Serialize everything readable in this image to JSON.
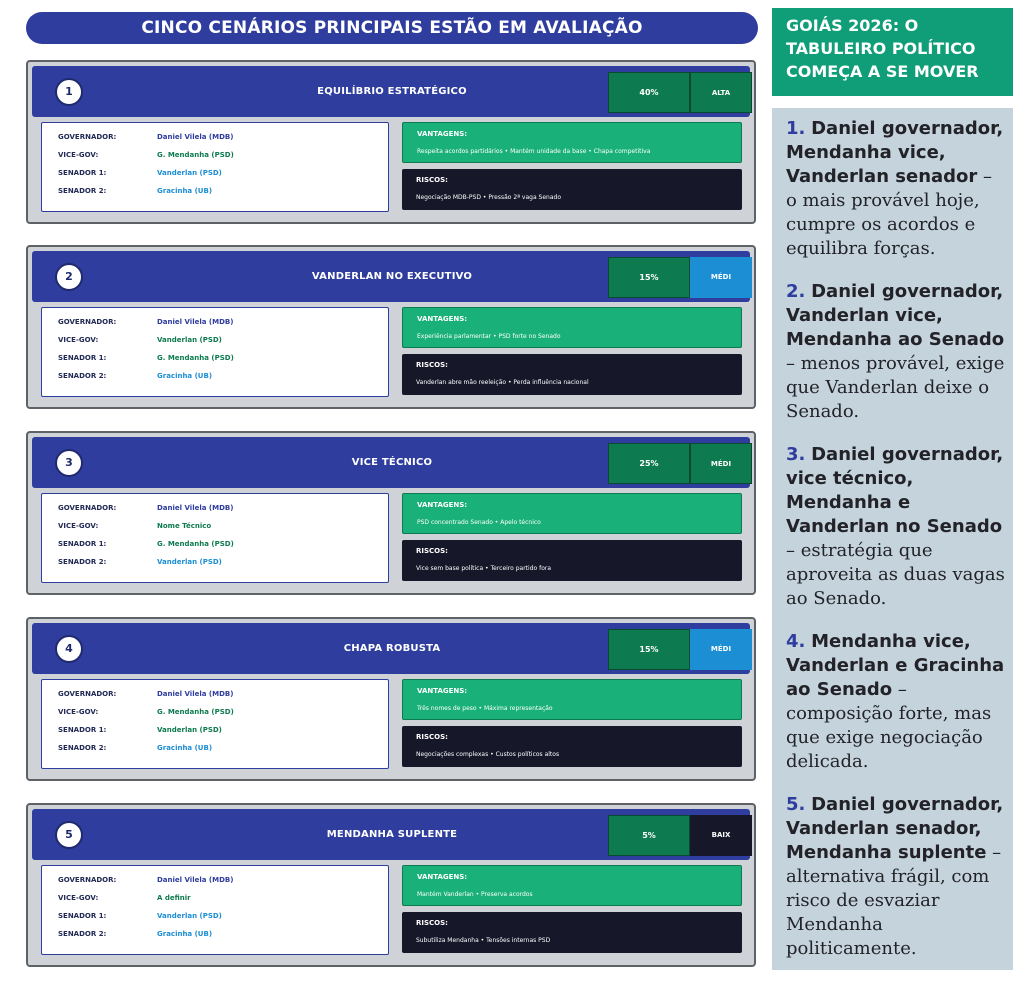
{
  "banner": "CINCO CENÁRIOS PRINCIPAIS ESTÃO EM AVALIAÇÃO",
  "labels": {
    "governador": "GOVERNADOR:",
    "vice": "VICE-GOV:",
    "sen1": "SENADOR 1:",
    "sen2": "SENADOR 2:",
    "vantagens": "VANTAGENS:",
    "riscos": "RISCOS:"
  },
  "cards": [
    {
      "num": "1",
      "title": "EQUILÍBRIO ESTRATÉGICO",
      "pct": "40%",
      "level": "ALTA",
      "governador": "Daniel Vilela (MDB)",
      "vice": "G. Mendanha (PSD)",
      "sen1": "Vanderlan (PSD)",
      "sen2": "Gracinha (UB)",
      "vantagens": "Respeita acordos partidários • Mantém unidade da base • Chapa competitiva",
      "riscos": "Negociação MDB-PSD • Pressão 2ª vaga Senado"
    },
    {
      "num": "2",
      "title": "VANDERLAN NO EXECUTIVO",
      "pct": "15%",
      "level": "MÉDI",
      "governador": "Daniel Vilela (MDB)",
      "vice": "Vanderlan (PSD)",
      "sen1": "G. Mendanha (PSD)",
      "sen2": "Gracinha (UB)",
      "vantagens": "Experiência parlamentar • PSD forte no Senado",
      "riscos": "Vanderlan abre mão reeleição • Perda influência nacional"
    },
    {
      "num": "3",
      "title": "VICE TÉCNICO",
      "pct": "25%",
      "level": "MÉDI",
      "governador": "Daniel Vilela (MDB)",
      "vice": "Nome Técnico",
      "sen1": "G. Mendanha (PSD)",
      "sen2": "Vanderlan (PSD)",
      "vantagens": "PSD concentrado Senado • Apelo técnico",
      "riscos": "Vice sem base política • Terceiro partido fora"
    },
    {
      "num": "4",
      "title": "CHAPA ROBUSTA",
      "pct": "15%",
      "level": "MÉDI",
      "governador": "Daniel Vilela (MDB)",
      "vice": "G. Mendanha (PSD)",
      "sen1": "Vanderlan (PSD)",
      "sen2": "Gracinha (UB)",
      "vantagens": "Três nomes de peso • Máxima representação",
      "riscos": "Negociações complexas • Custos políticos altos"
    },
    {
      "num": "5",
      "title": "MENDANHA SUPLENTE",
      "pct": "5%",
      "level": "BAIX",
      "governador": "Daniel Vilela (MDB)",
      "vice": "A definir",
      "sen1": "Vanderlan (PSD)",
      "sen2": "Gracinha (UB)",
      "vantagens": "Mantém Vanderlan • Preserva acordos",
      "riscos": "Subutiliza Mendanha • Tensões internas PSD"
    }
  ],
  "sidebar": {
    "title": "GOIÁS 2026: O TABULEIRO POLÍTICO COMEÇA A SE MOVER",
    "items": [
      {
        "num": "1.",
        "lead": "Daniel governador, Mendanha vice, Vanderlan senador",
        "rest": "– o mais provável hoje, cumpre os acordos e equilibra forças."
      },
      {
        "num": "2.",
        "lead": "Daniel governador, Vanderlan vice, Mendanha ao Senado",
        "rest": "– menos provável, exige que Vanderlan deixe o Senado."
      },
      {
        "num": "3.",
        "lead": "Daniel governador, vice técnico, Mendanha e Vanderlan no Senado",
        "rest": "– estratégia que aproveita as duas vagas ao Senado."
      },
      {
        "num": "4.",
        "lead": "Mendanha vice, Vanderlan e Gracinha ao Senado",
        "rest": "– composição forte, mas que exige negociação delicada."
      },
      {
        "num": "5.",
        "lead": "Daniel governador, Vanderlan senador, Mendanha suplente",
        "rest": "– alternativa frágil, com risco de esvaziar Mendanha politicamente."
      }
    ]
  }
}
